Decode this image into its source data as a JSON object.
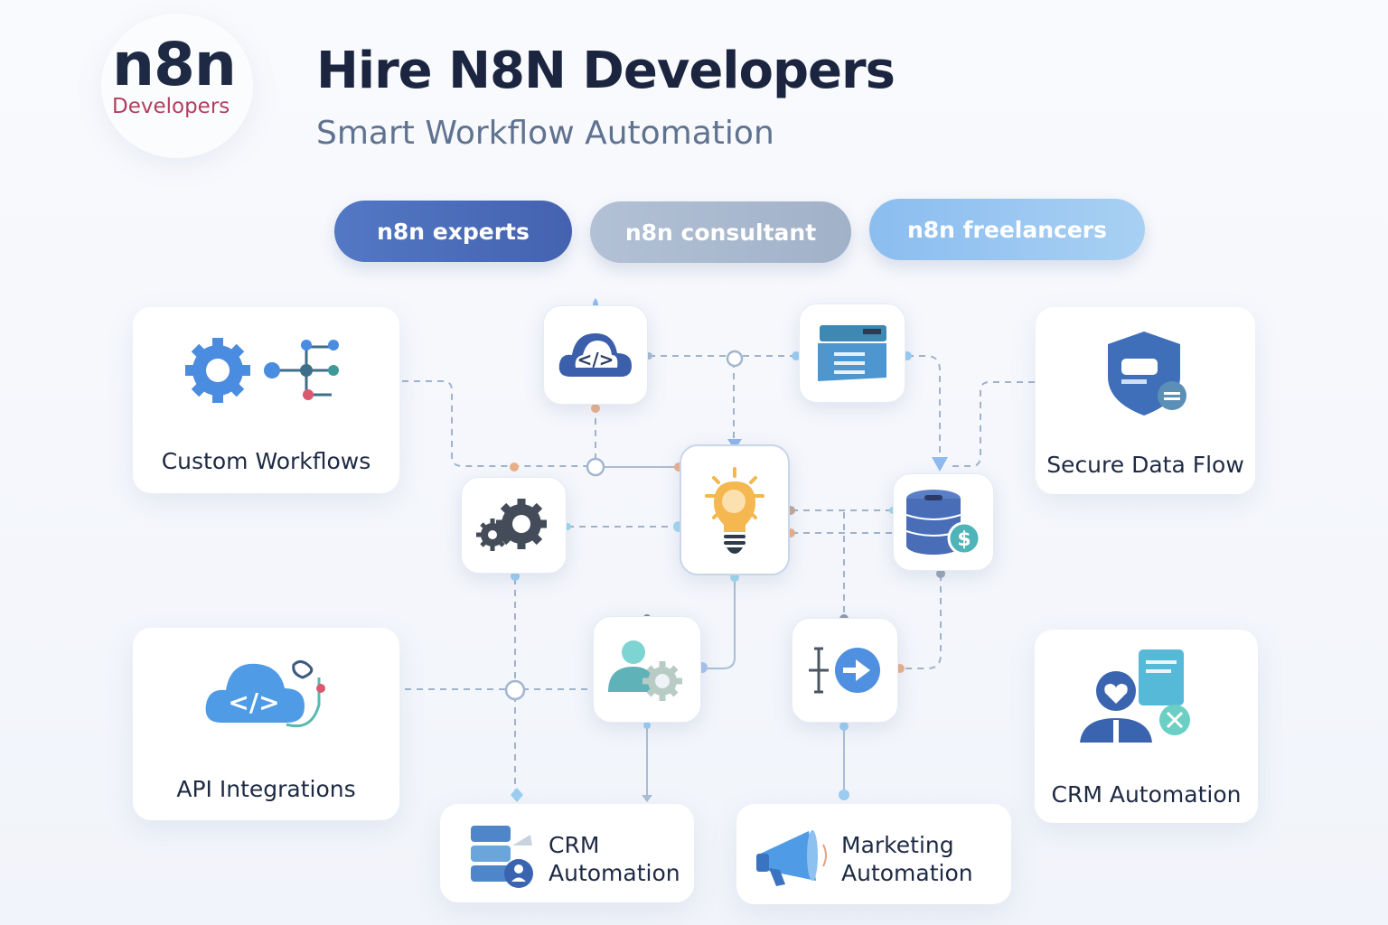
{
  "logo": {
    "mark": "n8n",
    "sub": "Developers"
  },
  "header": {
    "title": "Hire N8N Developers",
    "subtitle": "Smart Workflow Automation"
  },
  "pills": [
    {
      "label": "n8n experts",
      "color": "#4a6bb8"
    },
    {
      "label": "n8n consultant",
      "color": "#a8b7cb"
    },
    {
      "label": "n8n freelancers",
      "color": "#98c6f0"
    }
  ],
  "cards": {
    "custom_workflows": {
      "label": "Custom Workflows",
      "icon": "gear-workflow-icon"
    },
    "secure_data_flow": {
      "label": "Secure Data Flow",
      "icon": "shield-icon"
    },
    "api_integrations": {
      "label": "API Integrations",
      "icon": "cloud-code-icon"
    },
    "crm_automation_right": {
      "label": "CRM Automation",
      "icon": "crm-user-icon"
    },
    "crm_automation_bottom": {
      "line1": "CRM",
      "line2": "Automation",
      "icon": "database-user-icon"
    },
    "marketing_automation": {
      "line1": "Marketing",
      "line2": "Automation",
      "icon": "megaphone-icon"
    }
  },
  "nodes": [
    "cloud-code-icon",
    "browser-window-icon",
    "gears-icon",
    "lightbulb-icon",
    "database-dollar-icon",
    "user-gear-icon",
    "input-arrow-icon"
  ]
}
